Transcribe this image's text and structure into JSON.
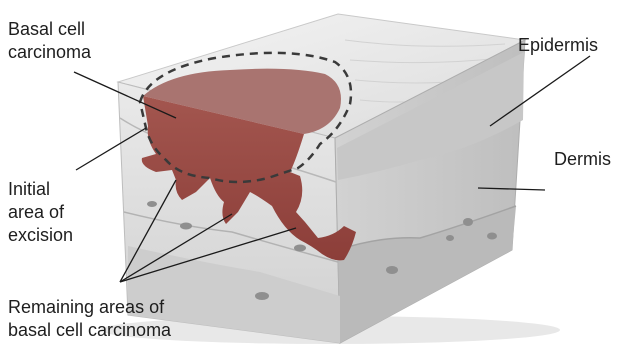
{
  "labels": {
    "bcc_line1": "Basal cell",
    "bcc_line2": "carcinoma",
    "epidermis": "Epidermis",
    "dermis": "Dermis",
    "initial_line1": "Initial",
    "initial_line2": "area of",
    "initial_line3": "excision",
    "remaining_line1": "Remaining areas of",
    "remaining_line2": "basal cell carcinoma"
  },
  "colors": {
    "tumor": "#9a4a44",
    "tumor_top": "#a9726d",
    "skin_top": "#ececec",
    "epidermis_band": "#d3d3d3",
    "dermis": "#e4e4e4",
    "subcutis": "#c9c9c9",
    "leader_lines": "#1a1a1a",
    "excision_outline": "#404040"
  }
}
